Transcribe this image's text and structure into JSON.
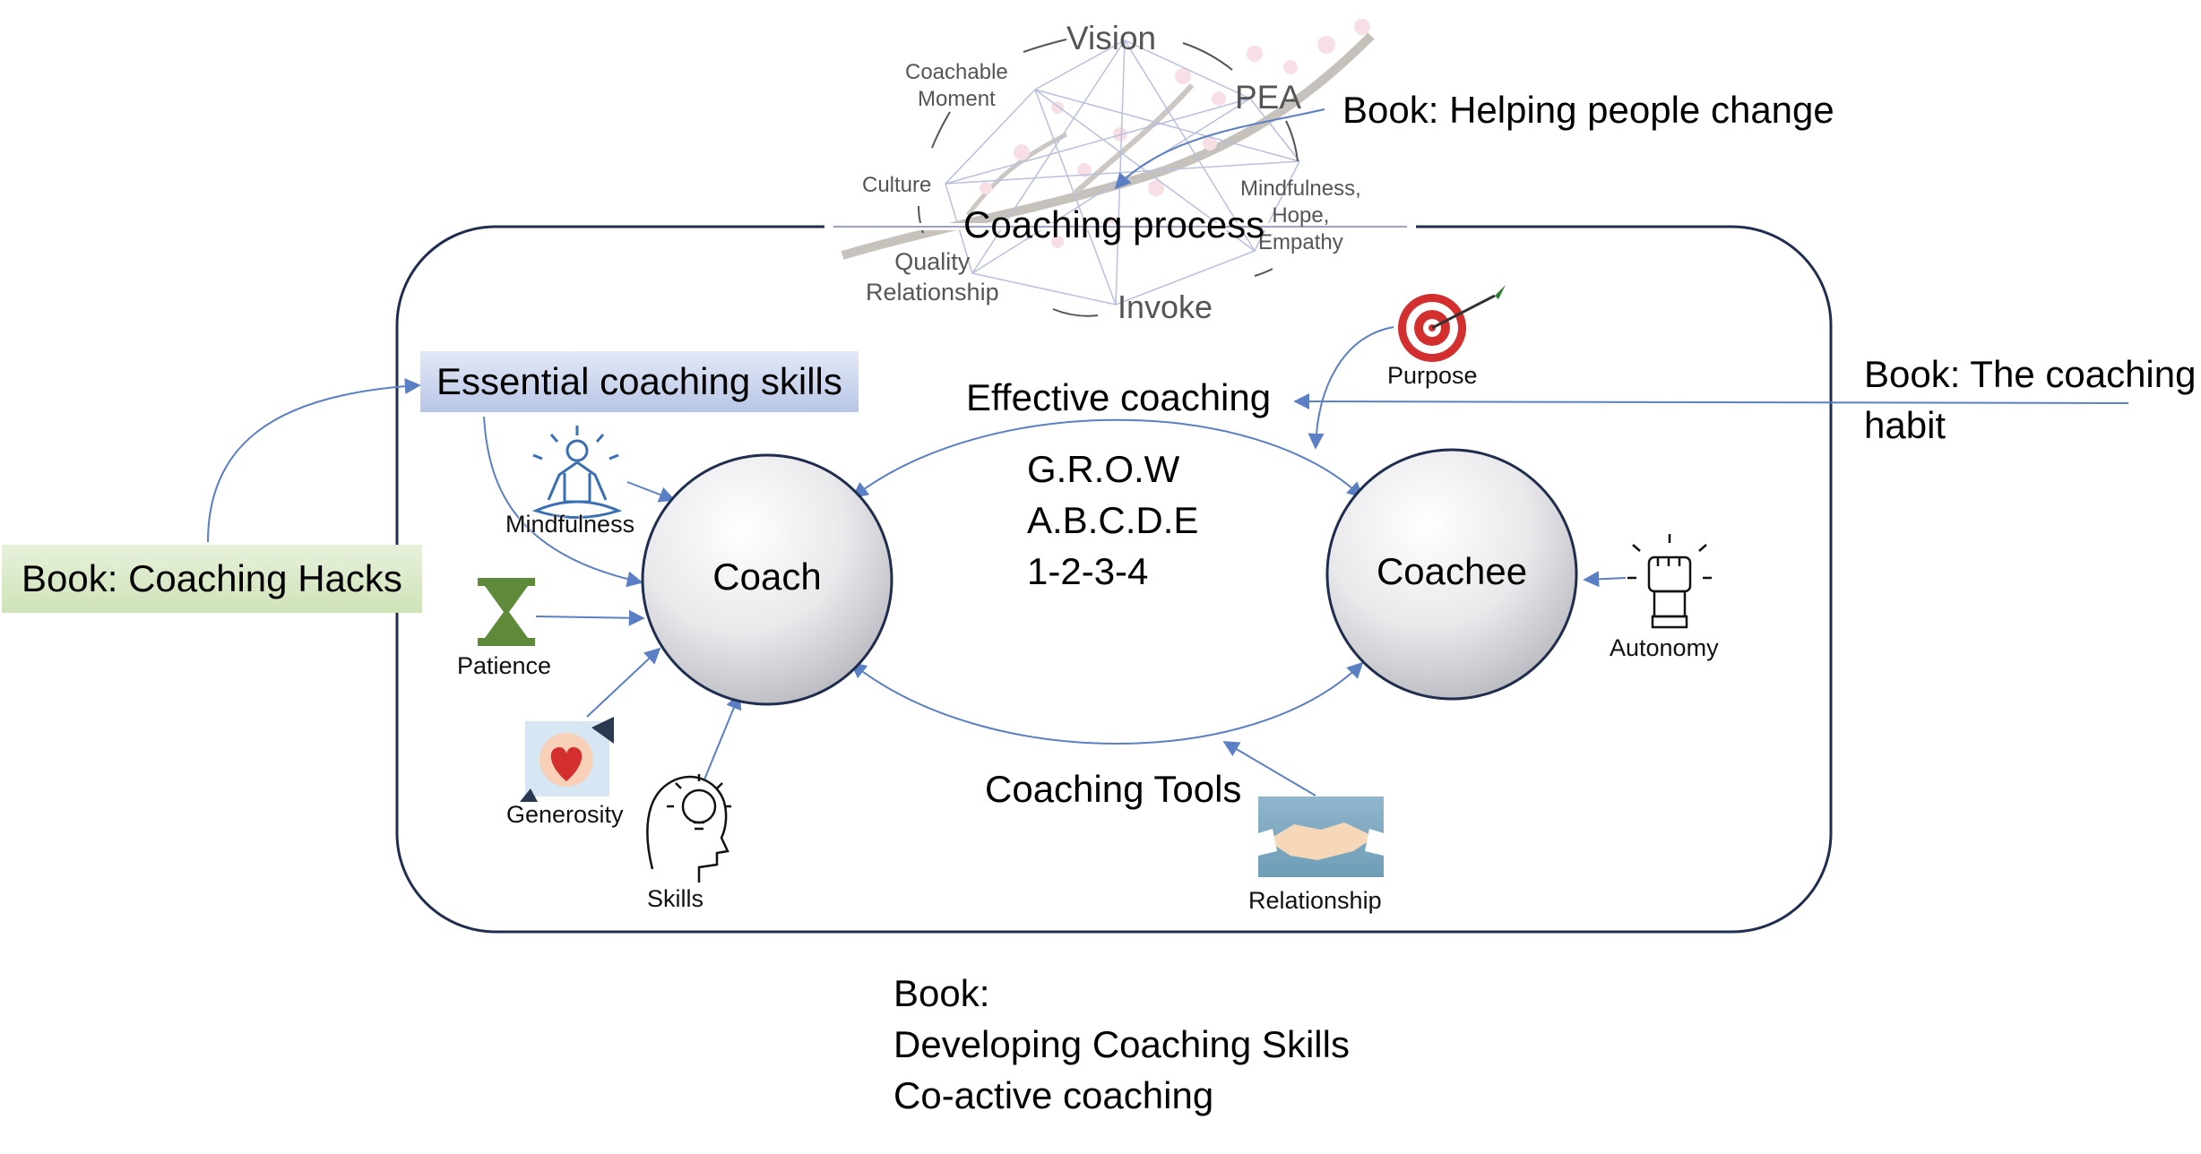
{
  "wheel": {
    "vision": "Vision",
    "pea": "PEA",
    "coachable_moment": "Coachable\nMoment",
    "culture": "Culture",
    "mindfulness_hope_empathy": "Mindfulness,\nHope,\nEmpathy",
    "quality_relationship": "Quality\nRelationship",
    "invoke": "Invoke",
    "center": "Coaching process"
  },
  "books": {
    "helping_people_change": "Book: Helping people change",
    "coaching_habit": "Book: The coaching\nhabit",
    "coaching_hacks": "Book: Coaching Hacks",
    "bottom_title": "Book:",
    "developing": "Developing Coaching Skills",
    "coactive": "Co-active coaching"
  },
  "nodes": {
    "essential_skills": "Essential coaching skills",
    "effective_coaching": "Effective coaching",
    "coach": "Coach",
    "coachee": "Coachee",
    "models": [
      "G.R.O.W",
      "A.B.C.D.E",
      "1-2-3-4"
    ],
    "coaching_tools": "Coaching Tools"
  },
  "icons": {
    "mindfulness": "Mindfulness",
    "patience": "Patience",
    "generosity": "Generosity",
    "skills": "Skills",
    "purpose": "Purpose",
    "autonomy": "Autonomy",
    "relationship": "Relationship"
  },
  "colors": {
    "frame": "#1f2d4f",
    "arrow": "#5b7fc4",
    "green_box": "#d6e8c3",
    "blue_box": "#c5d0ec",
    "patience": "#5e8a3a",
    "purpose": "#d32f2f"
  }
}
